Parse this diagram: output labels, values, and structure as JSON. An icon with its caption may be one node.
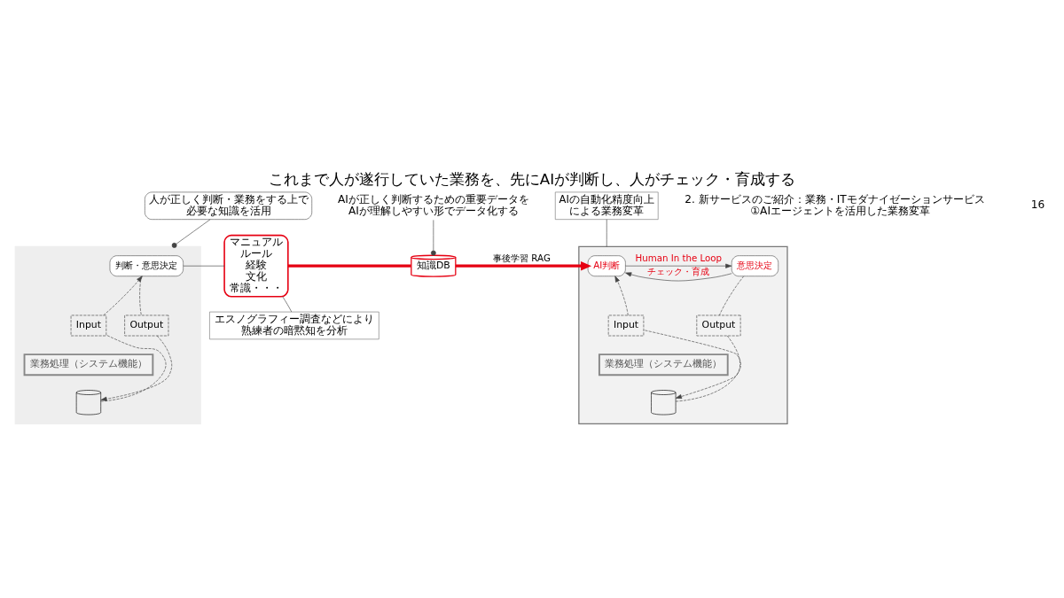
{
  "diagram": {
    "title": "これまで人が遂行していた業務を、先にAIが判断し、人がチェック・育成する",
    "nodes": [
      {
        "text": [],
        "shape": "box"
      },
      {
        "text": [
          "判断・意思決定"
        ],
        "in": 0
      },
      {
        "text": [
          "Input"
        ],
        "in": 0
      },
      {
        "text": [
          "Output"
        ],
        "in": 0
      },
      {
        "text": [
          "業務処理（システム機能）"
        ],
        "in": 0
      },
      {
        "text": [],
        "shape": "cylinder",
        "in": 0
      },
      {
        "text": [
          "人が正しく判断・業務をする上で必要な知識を活用"
        ]
      },
      {
        "text": [
          "マニュアル",
          "ルール",
          "経験",
          "文化",
          "常識・・・"
        ]
      },
      {
        "text": [
          "エスノグラフィー調査などにより熟練者の暗黙知を分析"
        ]
      },
      {
        "text": [
          "知識DB"
        ]
      },
      {
        "text": [
          "AIが正しく判断するための重要データをAIが理解しやすい形でデータ化する"
        ]
      },
      {
        "text": [],
        "shape": "box"
      },
      {
        "text": [
          "AI判断"
        ],
        "in": 11
      },
      {
        "text": [
          "意思決定"
        ],
        "in": 11
      },
      {
        "text": [
          "Input"
        ],
        "in": 11
      },
      {
        "text": [
          "Output"
        ],
        "in": 11
      },
      {
        "text": [
          "業務処理（システム機能）"
        ],
        "in": 11
      },
      {
        "text": [],
        "shape": "cylinder",
        "in": 11
      },
      {
        "text": [
          "AIの自動化精度向上による業務変革"
        ]
      }
    ],
    "edges": [
      {
        "from": 6,
        "to": 0,
        "arrow": "other"
      },
      {
        "from": 7,
        "to": 1,
        "arrow": "none"
      },
      {
        "from": 8,
        "to": 7,
        "arrow": "none"
      },
      {
        "from": 7,
        "to": 9,
        "arrow": "none",
        "style": "thick",
        "color": "#e60012"
      },
      {
        "from": 9,
        "to": 12,
        "arrow": "to",
        "label": "事後学習 RAG",
        "style": "thick",
        "color": "#e60012"
      },
      {
        "from": 10,
        "to": 9,
        "arrow": "other"
      },
      {
        "from": 12,
        "to": 13,
        "arrow": "to",
        "label": "Human In the Loop"
      },
      {
        "from": 13,
        "to": 12,
        "arrow": "to",
        "label": "チェック・育成"
      },
      {
        "from": 5,
        "to": 2,
        "arrow": "none",
        "style": "dashed"
      },
      {
        "from": 2,
        "to": 1,
        "arrow": "to",
        "style": "dashed"
      },
      {
        "from": 1,
        "to": 3,
        "arrow": "none",
        "style": "dashed"
      },
      {
        "from": 3,
        "to": 5,
        "arrow": "to",
        "style": "dashed"
      },
      {
        "from": 17,
        "to": 14,
        "arrow": "none",
        "style": "dashed"
      },
      {
        "from": 14,
        "to": 12,
        "arrow": "to",
        "style": "dashed"
      },
      {
        "from": 13,
        "to": 15,
        "arrow": "none",
        "style": "dashed"
      },
      {
        "from": 15,
        "to": 17,
        "arrow": "to",
        "style": "dashed"
      },
      {
        "from": 18,
        "to": 11,
        "arrow": "none"
      }
    ],
    "labels": [
      "2. 新サービスのご紹介：業務・ITモダナイゼーションサービス　①AIエージェントを活用した業務変革",
      "16"
    ]
  }
}
